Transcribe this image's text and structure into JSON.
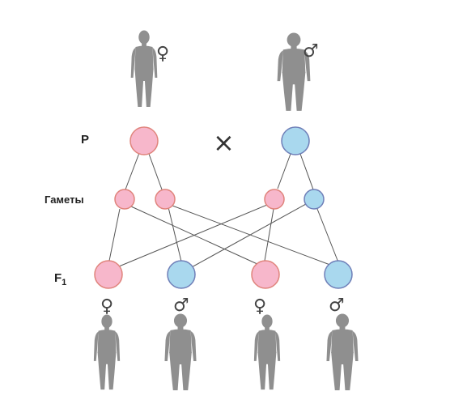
{
  "labels": {
    "parents": "P",
    "cross": "×",
    "gametes": "Гаметы",
    "f1_letter": "F",
    "f1_sub": "1"
  },
  "symbols": {
    "female": "♀",
    "male": "♂"
  },
  "colors": {
    "female_fill": "#f7b7cb",
    "female_stroke": "#e0847c",
    "male_fill": "#a9d8ee",
    "male_stroke": "#6f7fb8",
    "line": "#555555",
    "silhouette": "#8f8f8f"
  },
  "icons": {
    "figure": "human-silhouette-icon",
    "female_symbol": "venus-icon",
    "male_symbol": "mars-icon"
  }
}
